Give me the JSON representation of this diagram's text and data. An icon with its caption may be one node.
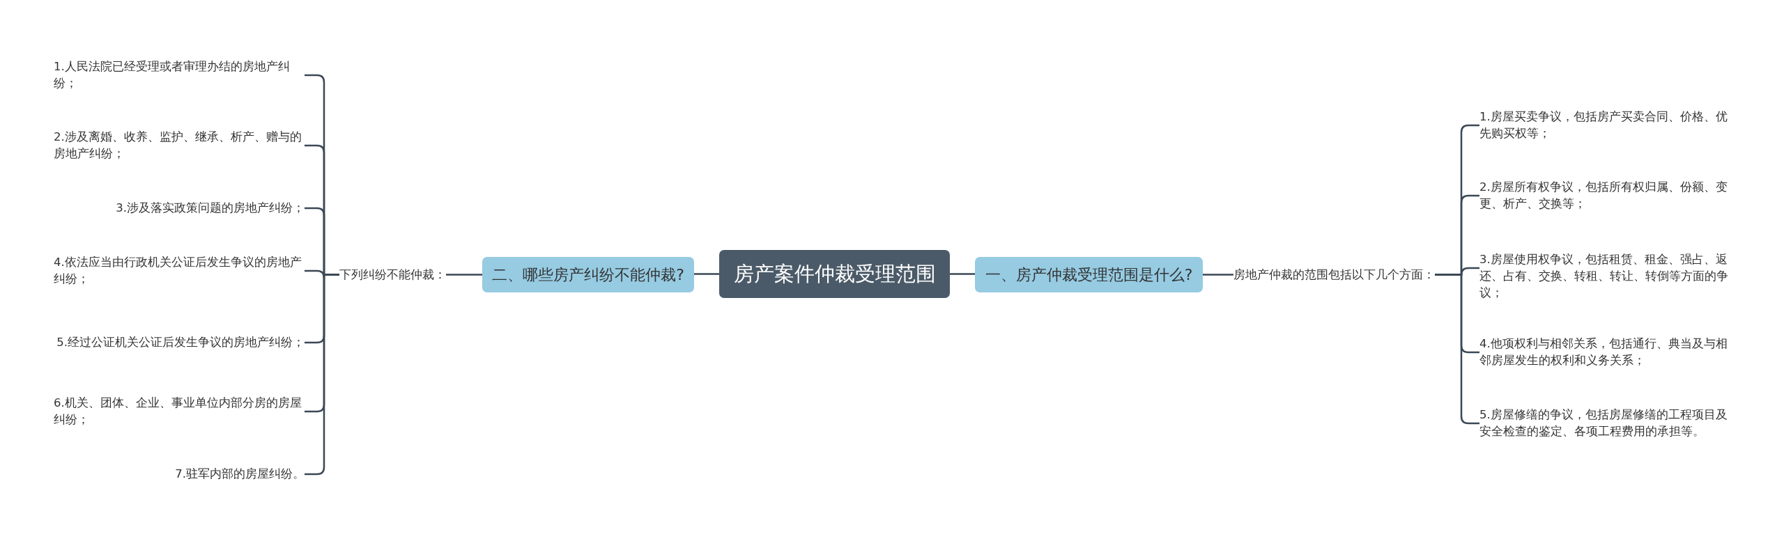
{
  "diagram": {
    "nodes": [
      {
        "text": [
          "房产案件仲裁受理范围"
        ]
      },
      {
        "text": [
          "一、房产仲裁受理范围是什么?"
        ]
      },
      {
        "text": [
          "房地产仲裁的范围包括以下几个方面："
        ]
      },
      {
        "text": [
          "1.房屋买卖争议，包括房产买卖合同、价格、优先购买权等；"
        ]
      },
      {
        "text": [
          "2.房屋所有权争议，包括所有权归属、份额、变更、析产、交换等；"
        ]
      },
      {
        "text": [
          "3.房屋使用权争议，包括租赁、租金、强占、返还、占有、交换、转租、转让、转倒等方面的争议；"
        ]
      },
      {
        "text": [
          "4.他项权利与相邻关系，包括通行、典当及与相邻房屋发生的权利和义务关系；"
        ]
      },
      {
        "text": [
          "5.房屋修缮的争议，包括房屋修缮的工程项目及安全检查的鉴定、各项工程费用的承担等。"
        ]
      },
      {
        "text": [
          "二、哪些房产纠纷不能仲裁?"
        ]
      },
      {
        "text": [
          "下列纠纷不能仲裁："
        ]
      },
      {
        "text": [
          "1.人民法院已经受理或者审理办结的房地产纠纷；"
        ]
      },
      {
        "text": [
          "2.涉及离婚、收养、监护、继承、析产、赠与的房地产纠纷；"
        ]
      },
      {
        "text": [
          "3.涉及落实政策问题的房地产纠纷；"
        ]
      },
      {
        "text": [
          "4.依法应当由行政机关公证后发生争议的房地产纠纷；"
        ]
      },
      {
        "text": [
          "5.经过公证机关公证后发生争议的房地产纠纷；"
        ]
      },
      {
        "text": [
          "6.机关、团体、企业、事业单位内部分房的房屋纠纷；"
        ]
      },
      {
        "text": [
          "7.驻军内部的房屋纠纷。"
        ]
      }
    ],
    "edges": [
      {
        "from": 0,
        "to": 1,
        "arrow": "none"
      },
      {
        "from": 1,
        "to": 2,
        "arrow": "none"
      },
      {
        "from": 2,
        "to": 3,
        "arrow": "none"
      },
      {
        "from": 2,
        "to": 4,
        "arrow": "none"
      },
      {
        "from": 2,
        "to": 5,
        "arrow": "none"
      },
      {
        "from": 2,
        "to": 6,
        "arrow": "none"
      },
      {
        "from": 2,
        "to": 7,
        "arrow": "none"
      },
      {
        "from": 0,
        "to": 8,
        "arrow": "none"
      },
      {
        "from": 8,
        "to": 9,
        "arrow": "none"
      },
      {
        "from": 9,
        "to": 10,
        "arrow": "none"
      },
      {
        "from": 9,
        "to": 11,
        "arrow": "none"
      },
      {
        "from": 9,
        "to": 12,
        "arrow": "none"
      },
      {
        "from": 9,
        "to": 13,
        "arrow": "none"
      },
      {
        "from": 9,
        "to": 14,
        "arrow": "none"
      },
      {
        "from": 9,
        "to": 15,
        "arrow": "none"
      },
      {
        "from": 9,
        "to": 16,
        "arrow": "none"
      }
    ]
  }
}
